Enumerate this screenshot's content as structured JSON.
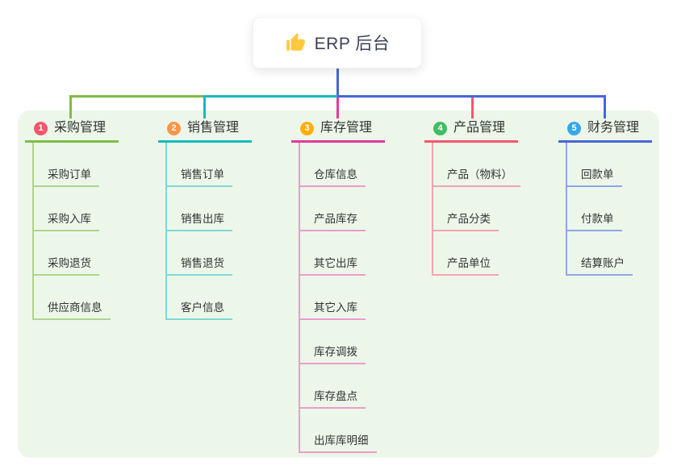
{
  "root": {
    "icon": "thumbs-up-icon",
    "label": "ERP 后台"
  },
  "colors": {
    "panel_bg": "#ECF7EA",
    "root_text": "#3C4354",
    "text_dark": "#333333",
    "root_line": "#4866D7",
    "thumb_yellow": "#FFC83D",
    "branch1": "#7FBE45",
    "branch1_light": "#AFD58C",
    "badge1": "#F4566E",
    "branch2": "#12BCB9",
    "branch2_light": "#7FD9D6",
    "badge2": "#FF9447",
    "branch3": "#E23A9A",
    "branch3_light": "#F09ACA",
    "badge3": "#FFAE10",
    "branch4": "#F4566D",
    "branch4_light": "#F8A3B0",
    "badge4": "#3FBE62",
    "branch5": "#4866D7",
    "branch5_light": "#8FA5E8",
    "badge5": "#36A6E8"
  },
  "branches": [
    {
      "number": "1",
      "label": "采购管理",
      "children": [
        "采购订单",
        "采购入库",
        "采购退货",
        "供应商信息"
      ]
    },
    {
      "number": "2",
      "label": "销售管理",
      "children": [
        "销售订单",
        "销售出库",
        "销售退货",
        "客户信息"
      ]
    },
    {
      "number": "3",
      "label": "库存管理",
      "children": [
        "仓库信息",
        "产品库存",
        "其它出库",
        "其它入库",
        "库存调拨",
        "库存盘点",
        "出库库明细"
      ]
    },
    {
      "number": "4",
      "label": "产品管理",
      "children": [
        "产品（物料）",
        "产品分类",
        "产品单位"
      ]
    },
    {
      "number": "5",
      "label": "财务管理",
      "children": [
        "回款单",
        "付款单",
        "结算账户"
      ]
    }
  ]
}
